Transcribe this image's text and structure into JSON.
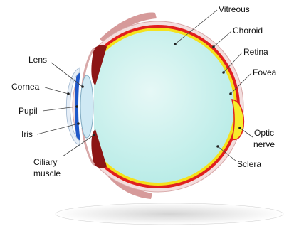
{
  "labels": {
    "vitreous": "Vitreous",
    "choroid": "Choroid",
    "retina": "Retina",
    "fovea": "Fovea",
    "optic_nerve_line1": "Optic",
    "optic_nerve_line2": "nerve",
    "sclera": "Sclera",
    "lens": "Lens",
    "cornea": "Cornea",
    "pupil": "Pupil",
    "iris": "Iris",
    "ciliary_muscle_line1": "Ciliary",
    "ciliary_muscle_line2": "muscle"
  },
  "colors": {
    "vitreous": "#b6ebe6",
    "vitreous_highlight": "#e6f8f6",
    "sclera": "#f3dede",
    "sclera_stroke": "#d8a8a8",
    "choroid": "#e01f1f",
    "retina": "#f4e21c",
    "optic_nerve": "#f7ec2a",
    "ciliary_muscle": "#8c1515",
    "iris": "#1f58c8",
    "cornea": "#e6eef7",
    "lens": "#cfe9f4",
    "eyelid": "#d69a9a",
    "shadow": "#e6e6e6"
  }
}
